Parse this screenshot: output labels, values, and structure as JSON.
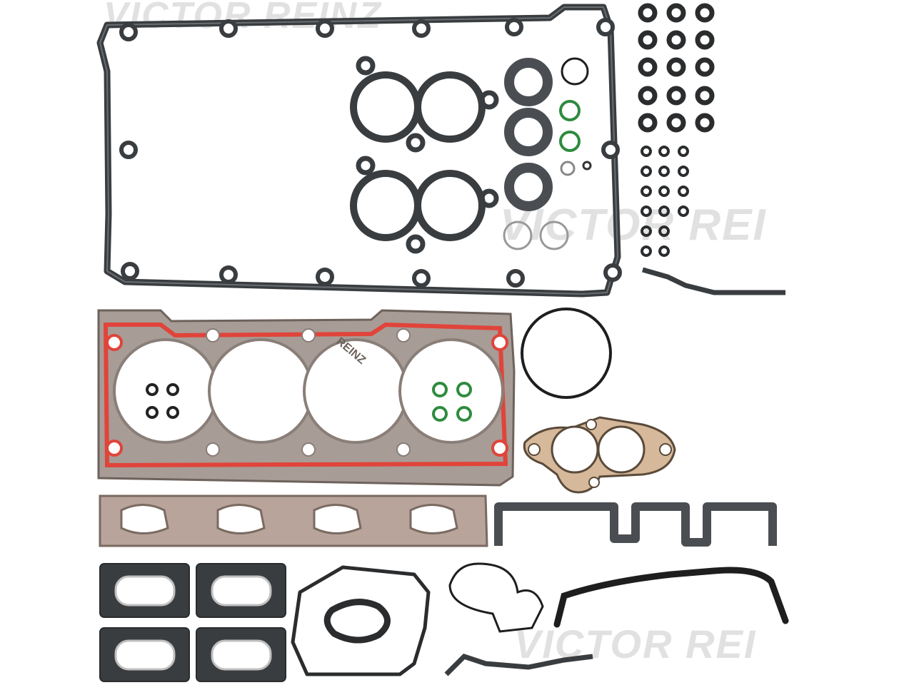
{
  "watermark": {
    "top": "VICTOR REINZ",
    "right": "VICTOR REI",
    "middle": "VICTOR REINZ",
    "bottom": "VICTOR REI"
  },
  "stamp_text": "REINZ",
  "colors": {
    "gasket_dark": "#3a3d40",
    "gasket_fill": "#5a5e62",
    "head_gasket": "#a89c96",
    "head_gasket_seal": "#e0443a",
    "green_oring": "#2e8b3e",
    "paper_gasket": "#d6b89a",
    "background": "#ffffff"
  },
  "icons": [
    "valve-cover-gasket-icon",
    "head-gasket-icon",
    "o-ring-icon",
    "exhaust-gasket-icon"
  ]
}
